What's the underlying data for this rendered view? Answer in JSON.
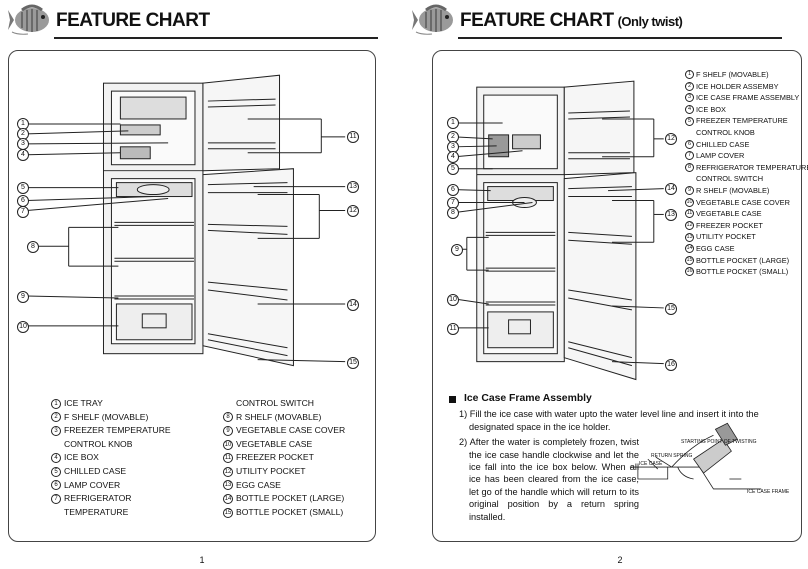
{
  "colors": {
    "line": "#222222",
    "body": "#f2f2f2",
    "panel": "#444444"
  },
  "left": {
    "title": "FEATURE CHART",
    "page_number": "1",
    "callouts": [
      "1",
      "2",
      "3",
      "4",
      "5",
      "6",
      "7",
      "8",
      "9",
      "10",
      "11",
      "12",
      "13",
      "14",
      "15"
    ],
    "legend_col1": [
      {
        "n": "1",
        "text": "ICE TRAY"
      },
      {
        "n": "2",
        "text": "F SHELF (MOVABLE)"
      },
      {
        "n": "3",
        "text": "FREEZER TEMPERATURE",
        "cont": "CONTROL KNOB"
      },
      {
        "n": "4",
        "text": "ICE BOX"
      },
      {
        "n": "5",
        "text": "CHILLED CASE"
      },
      {
        "n": "6",
        "text": "LAMP COVER"
      },
      {
        "n": "7",
        "text": "REFRIGERATOR",
        "cont": "TEMPERATURE"
      }
    ],
    "legend_col2_cont": "CONTROL SWITCH",
    "legend_col2": [
      {
        "n": "8",
        "text": "R SHELF (MOVABLE)"
      },
      {
        "n": "9",
        "text": "VEGETABLE CASE COVER"
      },
      {
        "n": "10",
        "text": "VEGETABLE CASE"
      },
      {
        "n": "11",
        "text": "FREEZER POCKET"
      },
      {
        "n": "12",
        "text": "UTILITY POCKET"
      },
      {
        "n": "13",
        "text": "EGG CASE"
      },
      {
        "n": "14",
        "text": "BOTTLE POCKET (LARGE)"
      },
      {
        "n": "15",
        "text": "BOTTLE POCKET (SMALL)"
      }
    ]
  },
  "right": {
    "title": "FEATURE CHART",
    "subtitle": "(Only twist)",
    "page_number": "2",
    "legend": [
      {
        "n": "1",
        "text": "F SHELF (MOVABLE)"
      },
      {
        "n": "2",
        "text": "ICE HOLDER ASSEMBY"
      },
      {
        "n": "3",
        "text": "ICE CASE FRAME ASSEMBLY"
      },
      {
        "n": "4",
        "text": "ICE BOX"
      },
      {
        "n": "5",
        "text": "FREEZER TEMPERATURE",
        "cont": "CONTROL KNOB"
      },
      {
        "n": "6",
        "text": "CHILLED CASE"
      },
      {
        "n": "7",
        "text": "LAMP COVER"
      },
      {
        "n": "8",
        "text": "REFRIGERATOR TEMPERATURE",
        "cont": "CONTROL SWITCH"
      },
      {
        "n": "9",
        "text": "R SHELF (MOVABLE)"
      },
      {
        "n": "10",
        "text": "VEGETABLE CASE COVER"
      },
      {
        "n": "11",
        "text": "VEGETABLE CASE"
      },
      {
        "n": "12",
        "text": "FREEZER POCKET"
      },
      {
        "n": "13",
        "text": "UTILITY POCKET"
      },
      {
        "n": "14",
        "text": "EGG CASE"
      },
      {
        "n": "15",
        "text": "BOTTLE POCKET (LARGE)"
      },
      {
        "n": "16",
        "text": "BOTTLE POCKET (SMALL)"
      }
    ],
    "section_title": "Ice Case Frame Assembly",
    "step1": "1) Fill the ice case with water upto the water level line and insert it into the designated space in the ice holder.",
    "step2": "2) After the water is completely frozen, twist the ice case handle clockwise and let the ice fall into the ice box below. When all ice has been cleared from the ice case, let go of the handle which will return to its original position by a return spring installed.",
    "diagram_labels": {
      "start": "STARTING POINT OF TWISTING",
      "spring": "RETURN SPRING",
      "icecase": "ICE CASE",
      "frame": "ICE CASE FRAME"
    }
  }
}
